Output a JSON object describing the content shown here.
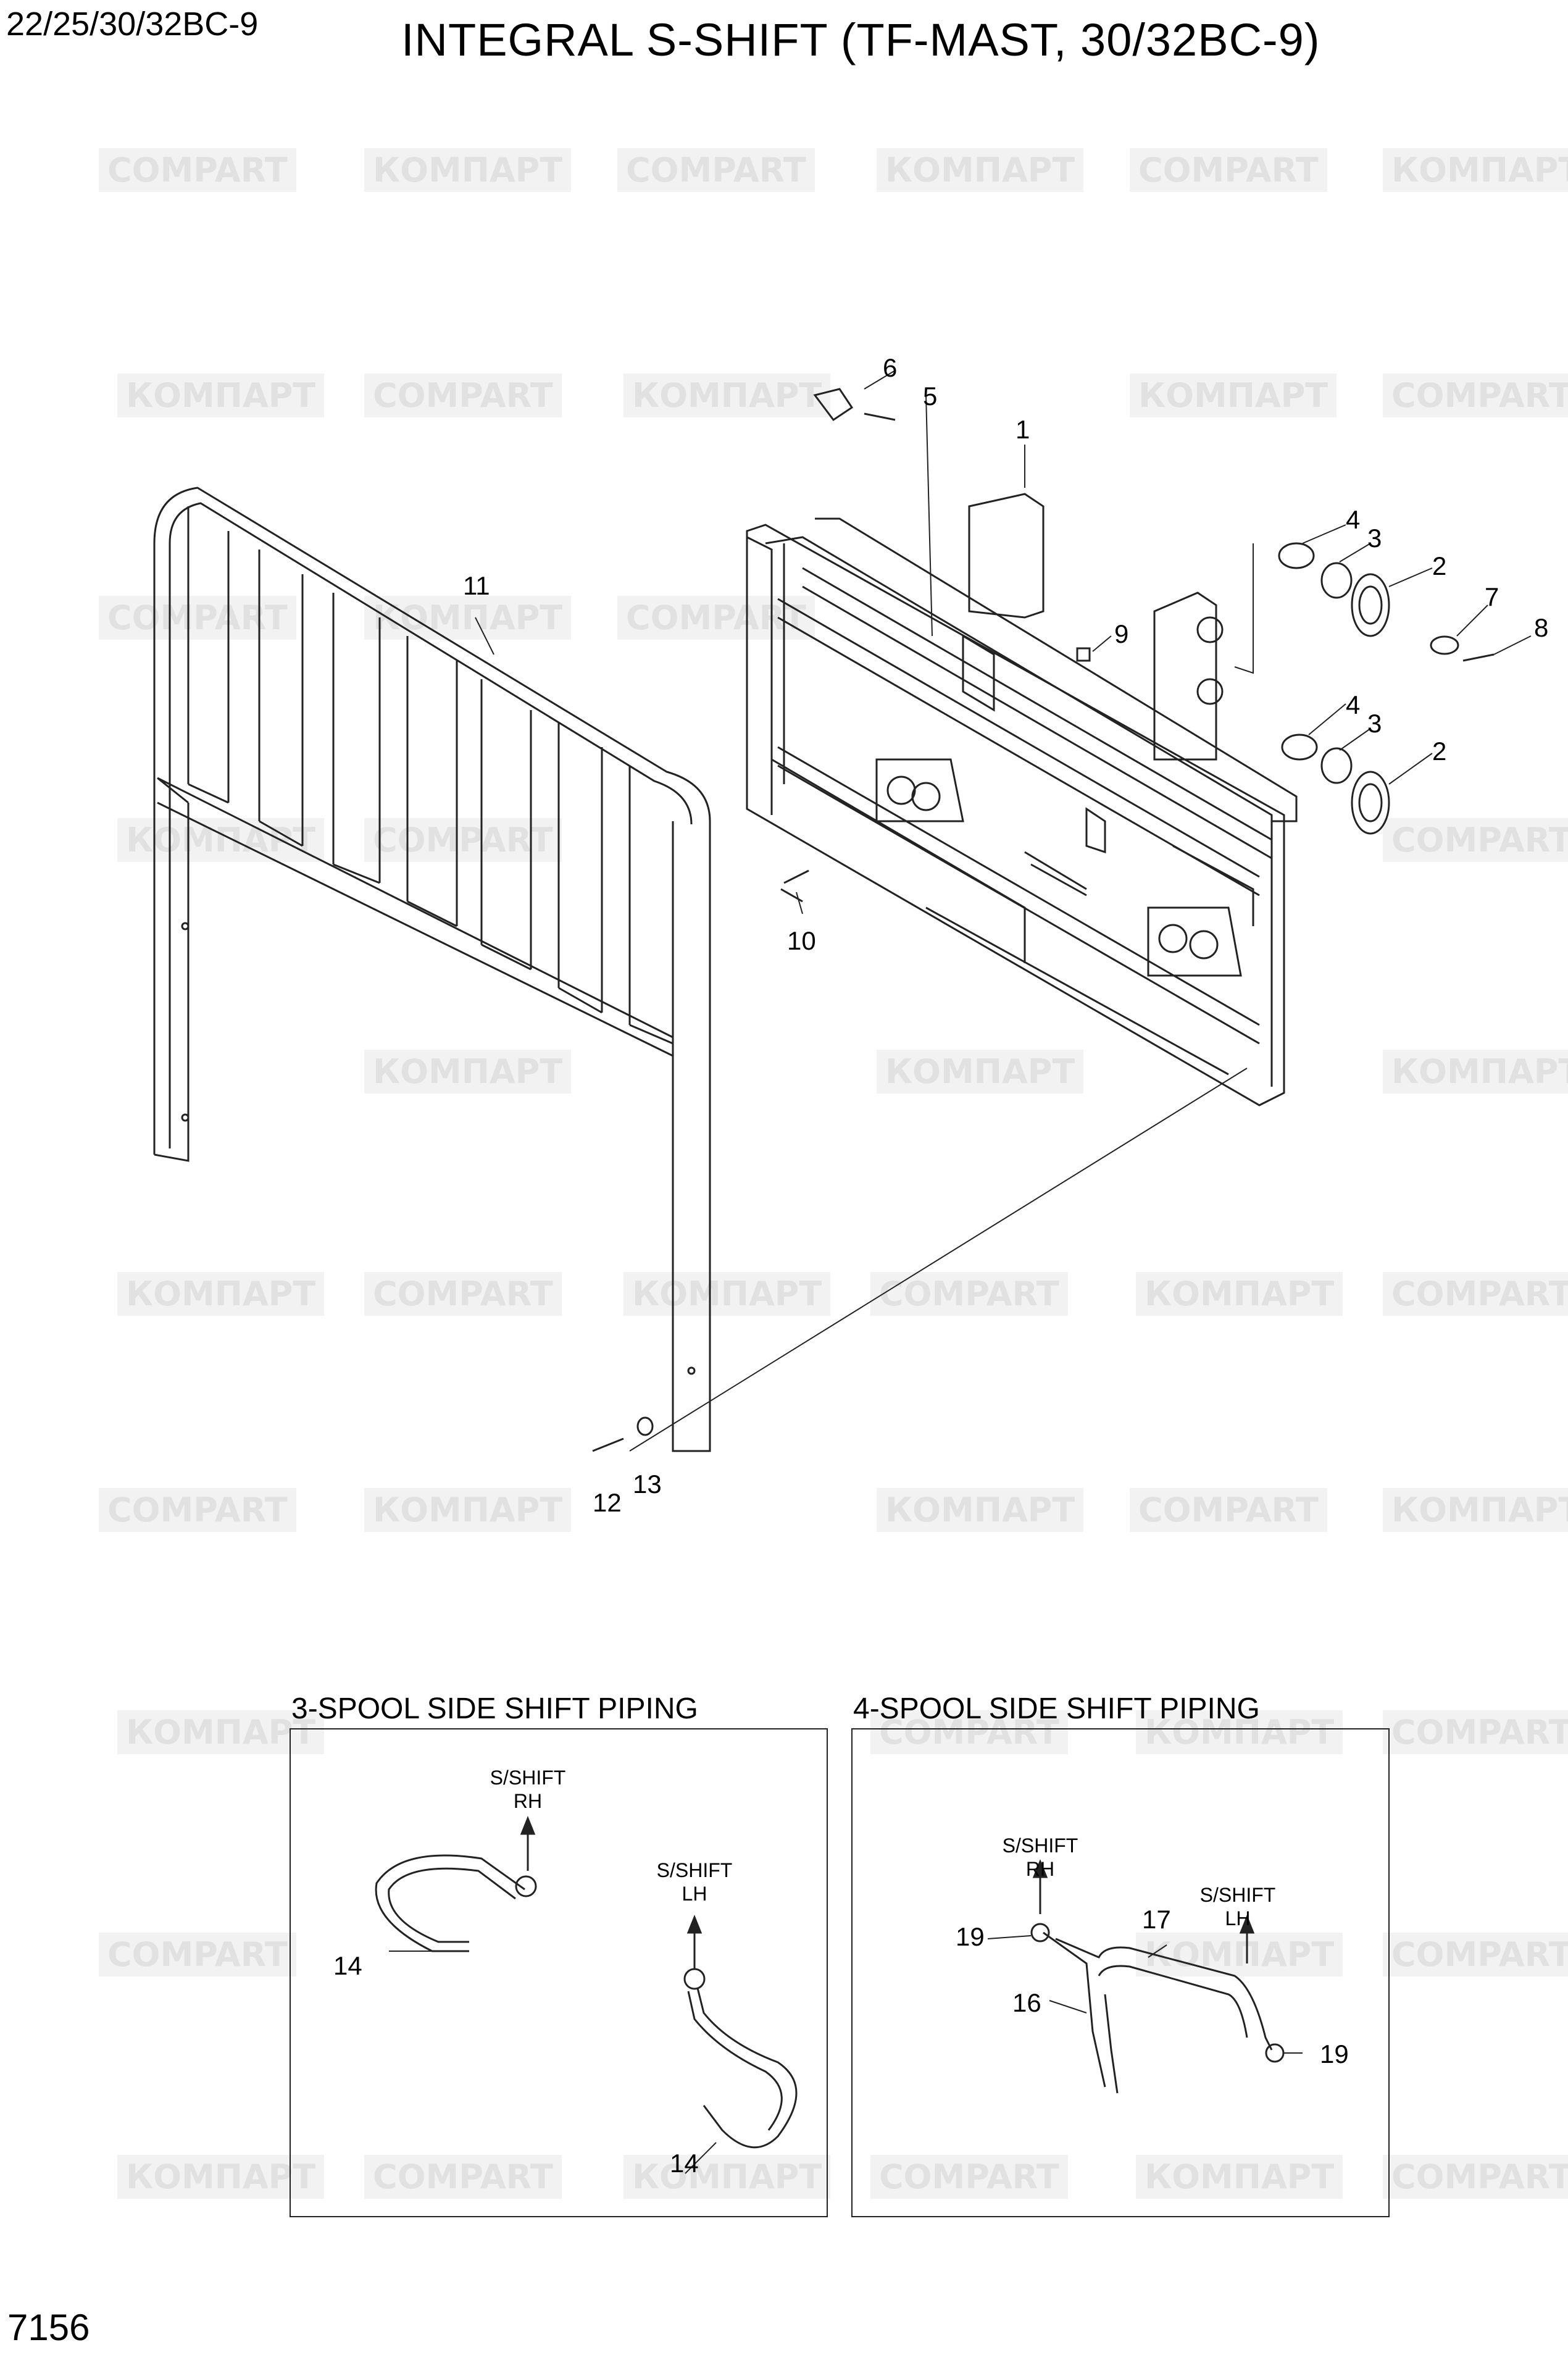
{
  "header": {
    "model": "22/25/30/32BC-9",
    "title": "INTEGRAL S-SHIFT (TF-MAST, 30/32BC-9)"
  },
  "footer": {
    "page_number": "7156"
  },
  "watermark": {
    "texts": [
      "COMPART",
      "КОМПАРТ"
    ],
    "color": "#d8d8d8"
  },
  "callouts": {
    "c1": "1",
    "c2a": "2",
    "c2b": "2",
    "c3a": "3",
    "c3b": "3",
    "c4a": "4",
    "c4b": "4",
    "c5": "5",
    "c6": "6",
    "c7": "7",
    "c8": "8",
    "c9": "9",
    "c10": "10",
    "c11": "11",
    "c12": "12",
    "c13": "13"
  },
  "inset_3spool": {
    "title": "3-SPOOL SIDE SHIFT PIPING",
    "rh_label": "S/SHIFT\nRH",
    "lh_label": "S/SHIFT\nLH",
    "c14a": "14",
    "c14b": "14"
  },
  "inset_4spool": {
    "title": "4-SPOOL SIDE SHIFT PIPING",
    "rh_label": "S/SHIFT\nRH",
    "lh_label": "S/SHIFT\nLH",
    "c16": "16",
    "c17": "17",
    "c19a": "19",
    "c19b": "19"
  }
}
